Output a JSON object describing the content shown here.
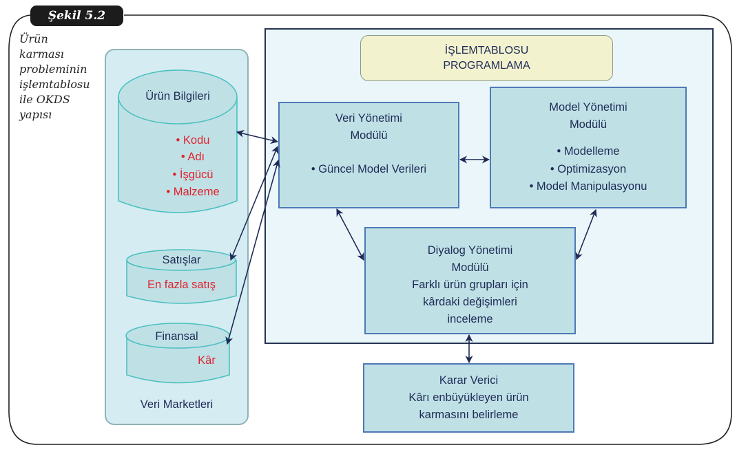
{
  "figure": {
    "label": "Şekil 5.2",
    "caption_lines": [
      "Ürün",
      "karması",
      "probleminin",
      "işlemtablosu",
      "ile OKDS",
      "yapısı"
    ]
  },
  "data_marts": {
    "title": "Veri Marketleri",
    "product_info": {
      "title": "Ürün Bilgileri",
      "items": [
        "• Kodu",
        "• Adı",
        "• İşgücü",
        "• Malzeme"
      ]
    },
    "sales": {
      "title": "Satışlar",
      "item": "En fazla satış"
    },
    "finance": {
      "title": "Finansal",
      "item": "Kâr"
    }
  },
  "spreadsheet": {
    "title_lines": [
      "İŞLEMTABLOSU",
      "PROGRAMLAMA"
    ]
  },
  "modules": {
    "data_management": {
      "title_lines": [
        "Veri Yönetimi",
        "Modülü"
      ],
      "items": [
        "• Güncel Model Verileri"
      ]
    },
    "model_management": {
      "title_lines": [
        "Model Yönetimi",
        "Modülü"
      ],
      "items": [
        "• Modelleme",
        "• Optimizasyon",
        "• Model Manipulasyonu"
      ]
    },
    "dialog_management": {
      "lines": [
        "Diyalog Yönetimi",
        "Modülü",
        "Farklı ürün grupları için",
        "kârdaki değişimleri",
        "inceleme"
      ]
    },
    "decision_maker": {
      "lines": [
        "Karar Verici",
        "Kârı enbüyükleyen ürün",
        "karmasını belirleme"
      ]
    }
  },
  "colors": {
    "text_dark": "#1f2a55",
    "text_red": "#e0222e",
    "module_fill": "#bfe1e6",
    "module_border": "#4f79b4",
    "cylinder_fill": "#bfe1e6",
    "cylinder_stroke": "#4cc0c0",
    "data_mart_fill": "#d4ecf2",
    "spreadsheet_fill": "#f2f2cf",
    "arrow": "#1f2a55"
  }
}
